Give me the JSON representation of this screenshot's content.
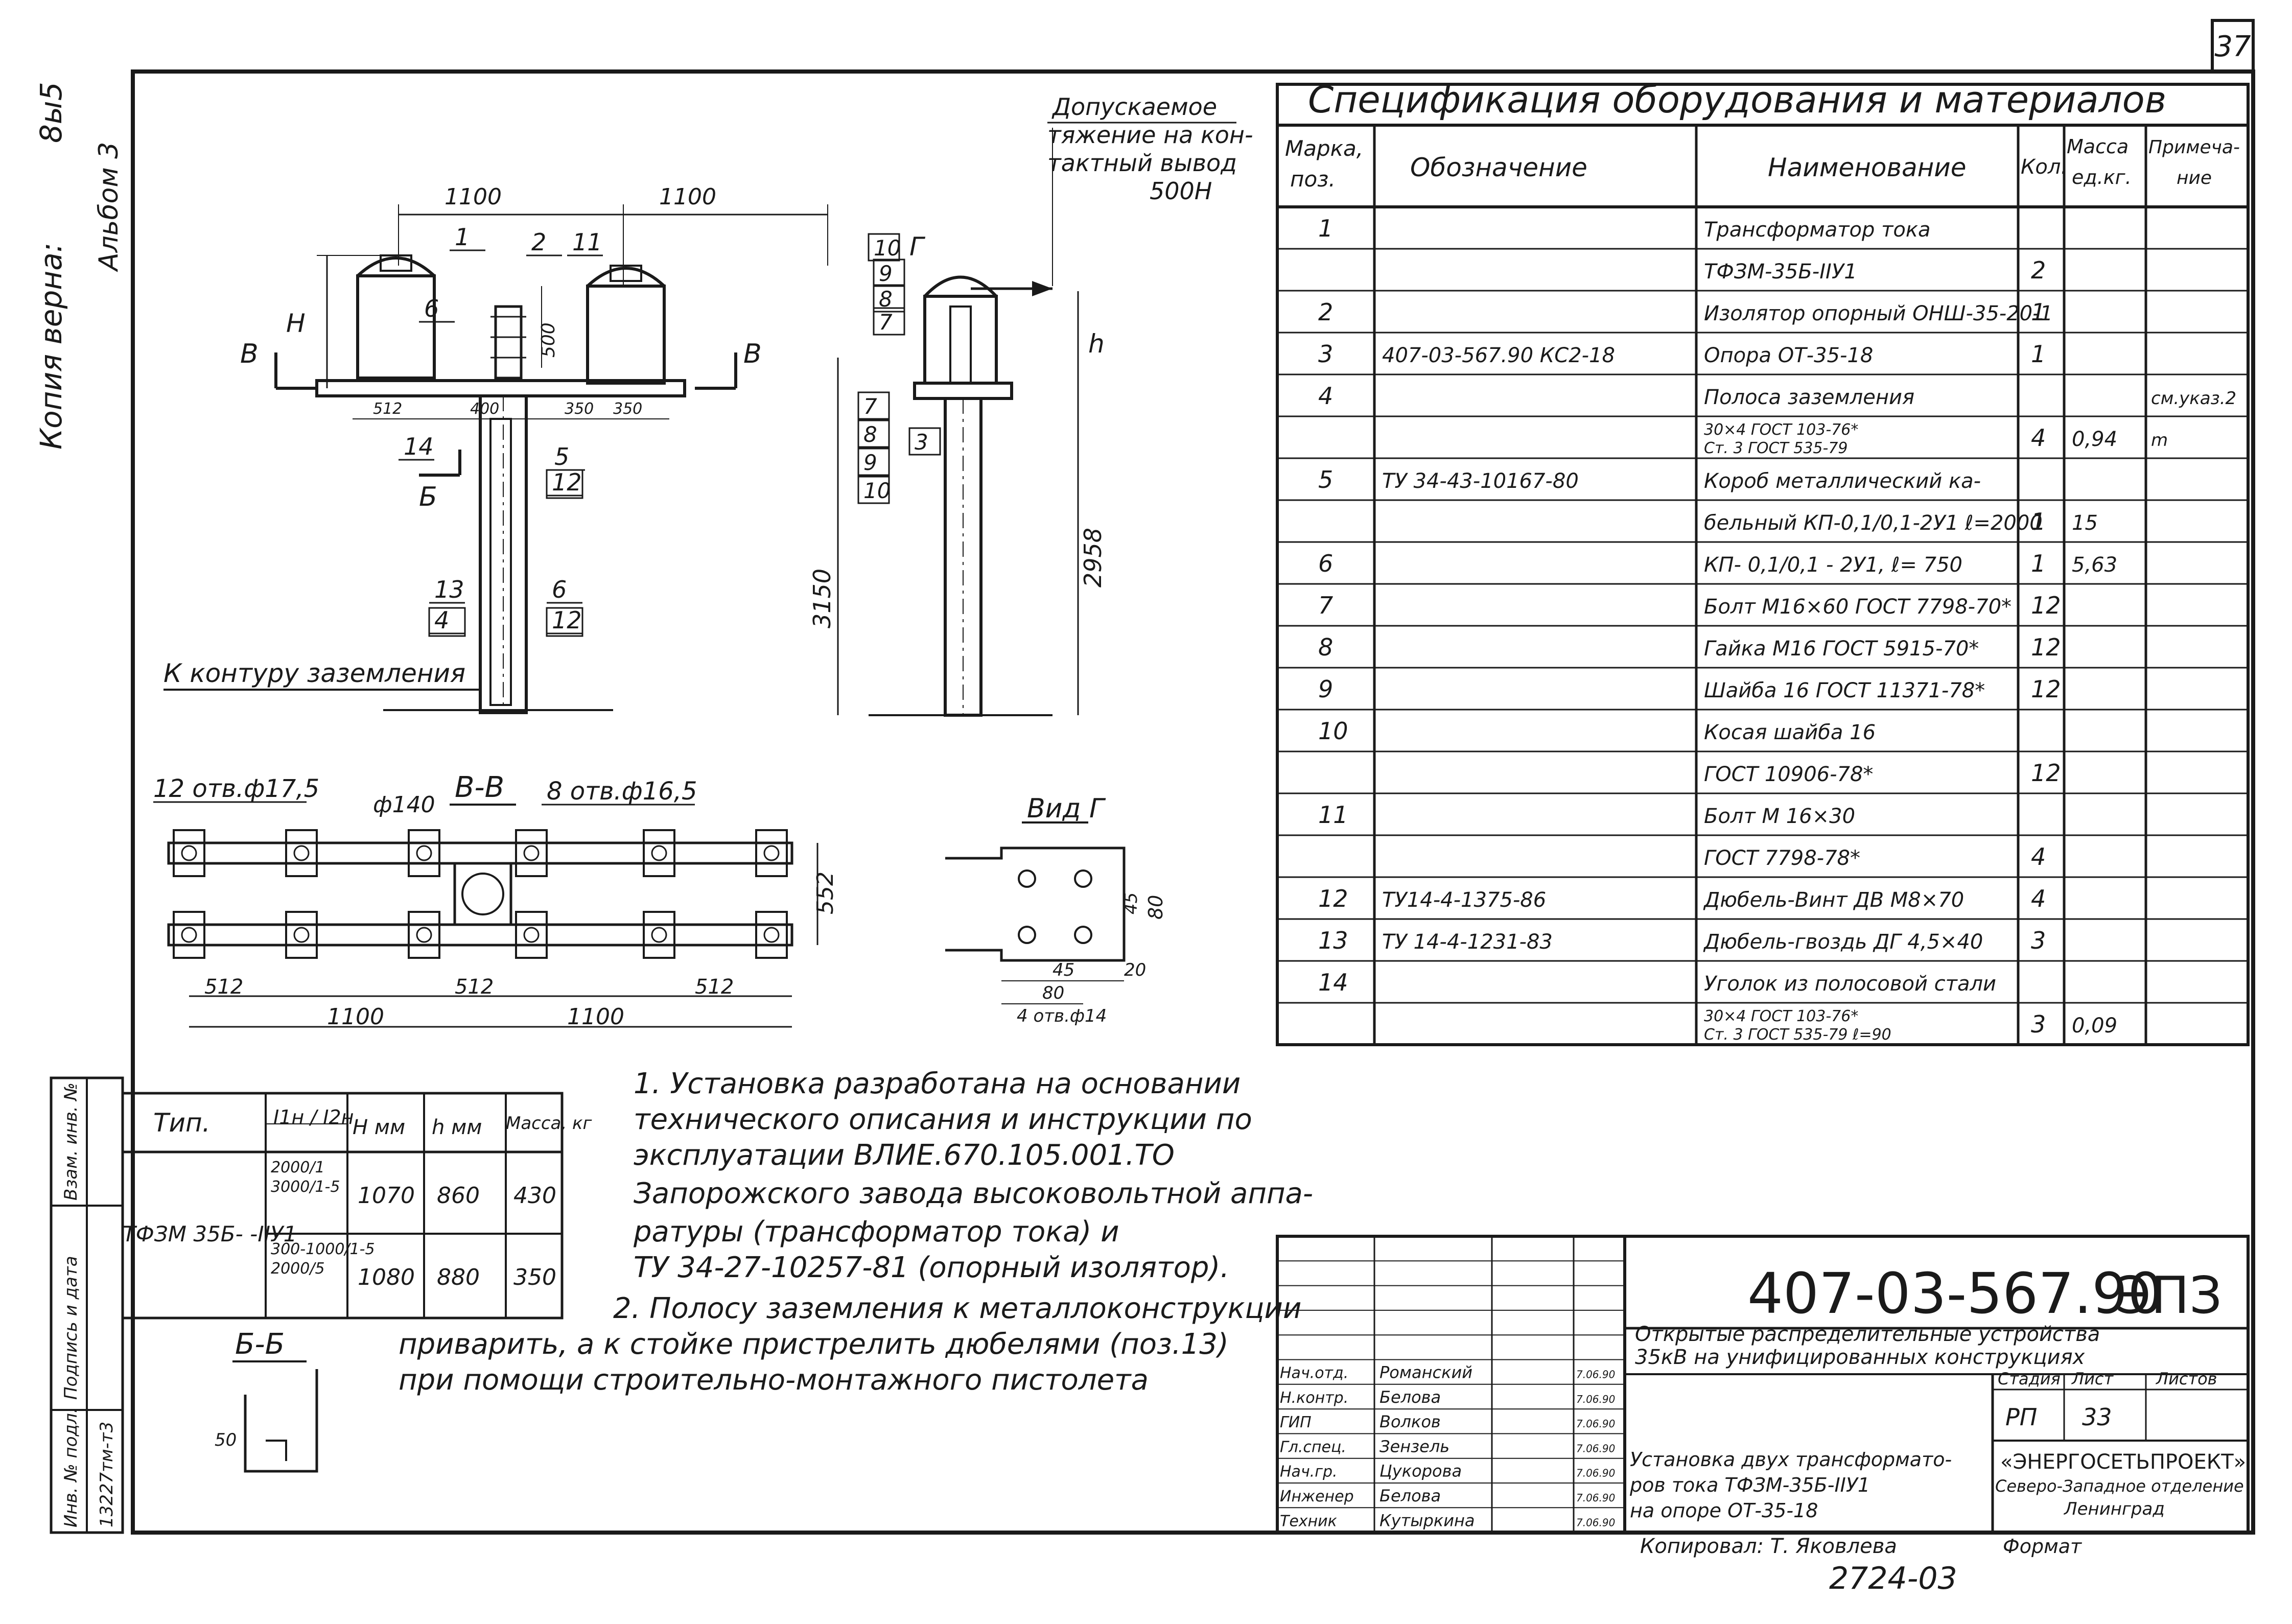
{
  "sheet_number": "37",
  "album": "Альбом 3",
  "copy_verified": "Копия верна: ",
  "copy_signature": "8ы5",
  "spec": {
    "title": "Спецификация оборудования и материалов",
    "headers": [
      "Марка, поз.",
      "Обозначение",
      "Наименование",
      "Кол.",
      "Масса ед.кг.",
      "Примеча- ние"
    ],
    "rows": [
      [
        "1",
        "",
        "Трансформатор тока",
        "",
        "",
        ""
      ],
      [
        "",
        "",
        "ТФЗМ-35Б-ІІУ1",
        "2",
        "",
        ""
      ],
      [
        "2",
        "",
        "Изолятор опорный ОНШ-35-20-1",
        "1",
        "",
        ""
      ],
      [
        "3",
        "407-03-567.90     КС2-18",
        "Опора  ОТ-35-18",
        "1",
        "",
        ""
      ],
      [
        "4",
        "",
        "Полоса заземления",
        "",
        "",
        "см.указ.2"
      ],
      [
        "",
        "",
        "30×4 ГОСТ 103-76* / Ст. 3 ГОСТ 535-79",
        "4",
        "0,94",
        "m"
      ],
      [
        "5",
        "ТУ 34-43-10167-80",
        "Короб металлический ка-",
        "",
        "",
        ""
      ],
      [
        "",
        "",
        "бельный КП-0,1/0,1-2У1 ℓ=2000",
        "1",
        "15",
        ""
      ],
      [
        "6",
        "",
        "КП- 0,1/0,1 - 2У1,  ℓ= 750",
        "1",
        "5,63",
        ""
      ],
      [
        "7",
        "",
        "Болт М16×60 ГОСТ 7798-70*",
        "12",
        "",
        ""
      ],
      [
        "8",
        "",
        "Гайка М16 ГОСТ 5915-70*",
        "12",
        "",
        ""
      ],
      [
        "9",
        "",
        "Шайба 16 ГОСТ 11371-78*",
        "12",
        "",
        ""
      ],
      [
        "10",
        "",
        "Косая шайба 16",
        "",
        "",
        ""
      ],
      [
        "",
        "",
        "ГОСТ 10906-78*",
        "12",
        "",
        ""
      ],
      [
        "11",
        "",
        "Болт  М 16×30",
        "",
        "",
        ""
      ],
      [
        "",
        "",
        "ГОСТ  7798-78*",
        "4",
        "",
        ""
      ],
      [
        "12",
        "ТУ14-4-1375-86",
        "Дюбель-Винт ДВ М8×70",
        "4",
        "",
        ""
      ],
      [
        "13",
        "ТУ 14-4-1231-83",
        "Дюбель-гвоздь ДГ 4,5×40",
        "3",
        "",
        ""
      ],
      [
        "14",
        "",
        "Уголок из полосовой стали",
        "",
        "",
        ""
      ],
      [
        "",
        "",
        "30×4 ГОСТ 103-76* / Ст. 3 ГОСТ 535-79  ℓ=90",
        "3",
        "0,09",
        ""
      ]
    ]
  },
  "drawing": {
    "tension_label": "Допускаемое тяжение на кон- тактный вывод 500Н",
    "to_ground": "К контуру заземления",
    "dim_1100": "1100",
    "dim_512": "512",
    "dim_400": "400",
    "dim_350": "350",
    "dim_500": "500",
    "dim_3150": "3150",
    "dim_2958": "2958",
    "dim_552": "552",
    "dim_80": "80",
    "dim_45": "45",
    "dim_20": "20",
    "dim_50": "50",
    "H": "H",
    "h": "h",
    "section_B": "В",
    "section_BB": "В-В",
    "section_bb": "Б-Б",
    "section_b": "Б",
    "view_G": "Вид Г",
    "G": "Г",
    "holes_12": "12 отв.ф17,5",
    "holes_8": "8 отв.ф16,5",
    "holes_4": "4 отв.ф14",
    "diam_140": "ф140",
    "leaders": [
      "1",
      "2",
      "11",
      "6",
      "14",
      "5",
      "12",
      "13",
      "4",
      "6",
      "12",
      "10",
      "9",
      "8",
      "7",
      "7",
      "8",
      "9",
      "10",
      "3"
    ]
  },
  "type_table": {
    "headers": [
      "Тип.",
      "I1н / I2н",
      "H мм",
      "h мм",
      "Масса, кг"
    ],
    "type_name": "ТФЗМ 35Б- -IIУ1",
    "rows": [
      [
        "2000/1 3000/1-5",
        "1070",
        "860",
        "430"
      ],
      [
        "300-1000/1-5 2000/5",
        "1080",
        "880",
        "350"
      ]
    ]
  },
  "notes": [
    "1. Установка разработана на основании",
    "технического описания и инструкции по",
    "эксплуатации ВЛИЕ.670.105.001.ТО",
    "Запорожского завода высоковольтной аппа-",
    "ратуры (трансформатор тока) и",
    "ТУ 34-27-10257-81 (опорный изолятор).",
    "2. Полосу заземления к металлоконструкции",
    "приварить, а к стойке пристрелить дюбелями (поз.13)",
    "при помощи строительно-монтажного пистолета"
  ],
  "side_stamp": [
    "Инв. № подл.",
    "13227тм-т3",
    "Подпись и дата",
    "Взам. инв. №"
  ],
  "title_block": {
    "code": "407-03-567.90",
    "suffix": "ЭПЗ",
    "project": "Открытые распределительные устройства 35кВ на унифицированных конструкциях",
    "drawing_title": "Установка двух трансформато- ров тока ТФЗМ-35Б-IIУ1 на опоре ОТ-35-18",
    "stage_label": "Стадия",
    "sheet_label": "Лист",
    "sheets_label": "Листов",
    "stage": "РП",
    "sheet": "33",
    "org": "«ЭНЕРГОСЕТЬПРОЕКТ»",
    "branch": "Северо-Западное отделение",
    "city": "Ленинград",
    "staff": [
      [
        "Нач.отд.",
        "Романский"
      ],
      [
        "Н.контр.",
        "Белова"
      ],
      [
        "ГИП",
        "Волков"
      ],
      [
        "Гл.спец.",
        "Зензель"
      ],
      [
        "Нач.гр.",
        "Цукорова"
      ],
      [
        "Инженер",
        "Белова"
      ],
      [
        "Техник",
        "Кутыркина"
      ]
    ],
    "dates": [
      "7.06.90",
      "7.06.90",
      "7.06.90",
      "7.06.90",
      "7.06.90",
      "7.06.90",
      "7.06.90"
    ],
    "copied": "Копировал: Т. Яковлева",
    "format": "Формат",
    "stamp_number": "2724-03"
  }
}
